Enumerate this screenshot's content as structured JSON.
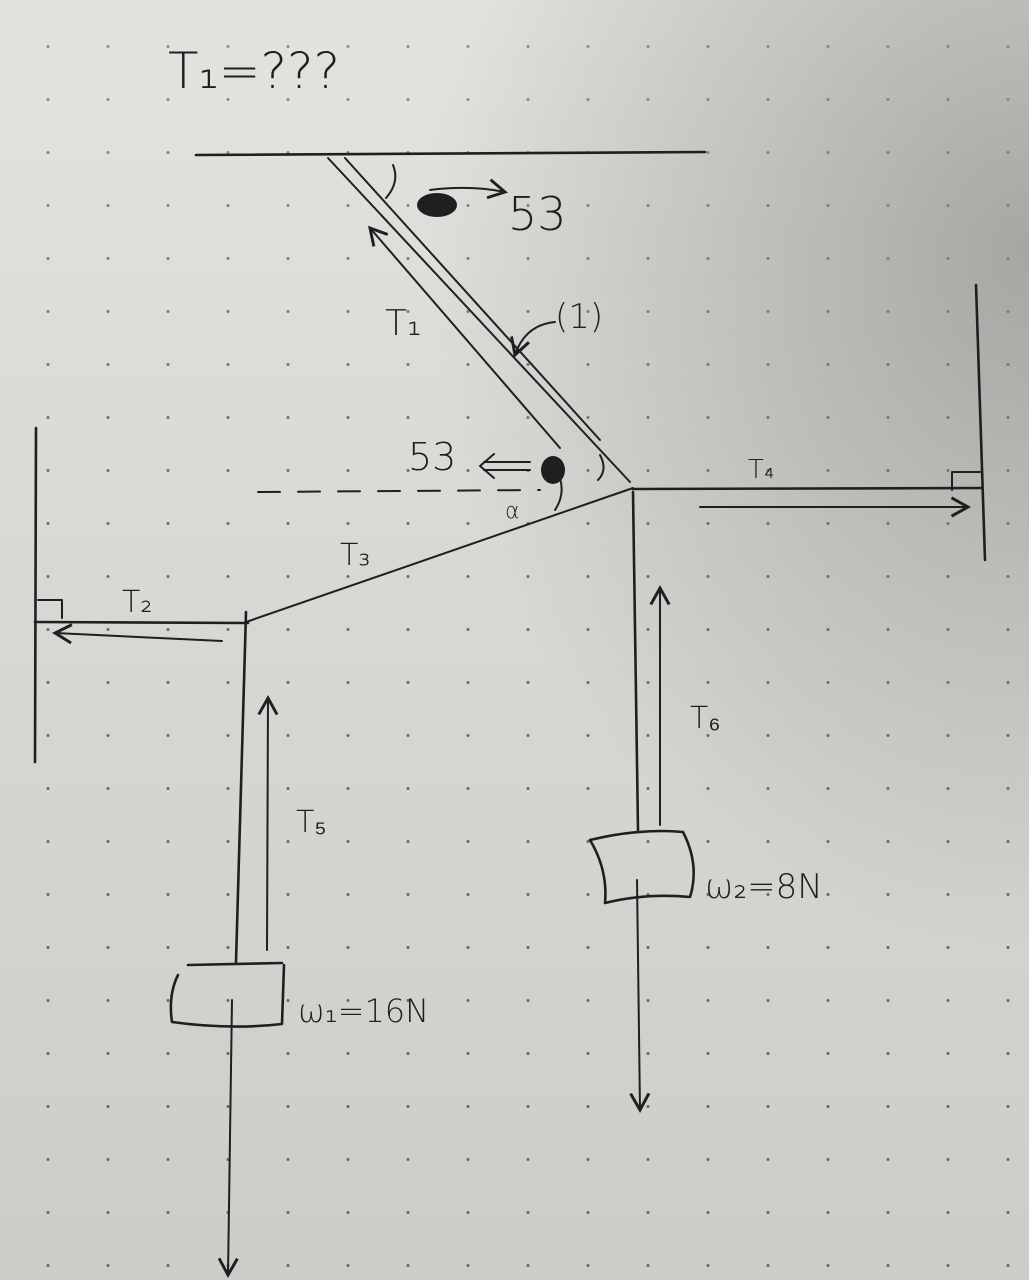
{
  "diagram": {
    "question": "T₁=???",
    "angle_top": "53",
    "angle_junction": "53",
    "alpha": "α",
    "rope_marker": "(1)",
    "tensions": {
      "t1": "T₁",
      "t2": "T₂",
      "t3": "T₃",
      "t4": "T₄",
      "t5": "T₅",
      "t6": "T₆"
    },
    "weights": {
      "w1": "ω₁=16N",
      "w2": "ω₂=8N"
    }
  }
}
